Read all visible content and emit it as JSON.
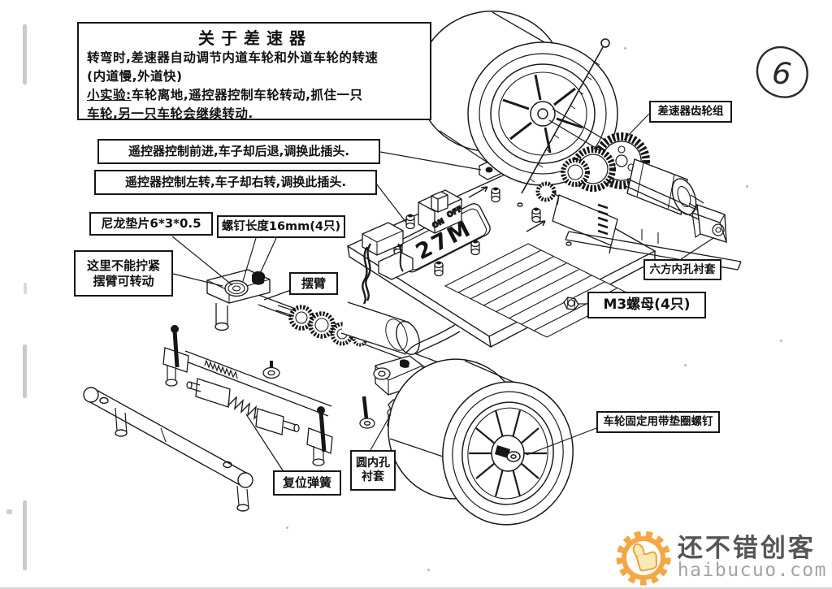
{
  "page": {
    "number": "6"
  },
  "info_box": {
    "title": "关于差速器",
    "line1": "转弯时,差速器自动调节内道车轮和外道车轮的转速",
    "line2": "(内道慢,外道快)",
    "line3_label": "小实验:",
    "line3_rest": "车轮离地,遥控器控制车轮转动,抓住一只",
    "line4": "车轮,另一只车轮会继续转动."
  },
  "labels": {
    "plug_forward": "遥控器控制前进,车子却后退,调换此插头.",
    "plug_turn": "遥控器控制左转,车子却右转,调换此插头.",
    "nylon_washer": "尼龙垫片6*3*0.5",
    "screw_length": "螺钉长度16mm(4只)",
    "no_tighten_1": "这里不能拧紧",
    "no_tighten_2": "摆臂可转动",
    "swing_arm": "摆臂",
    "diff_gear_set": "差速器齿轮组",
    "hex_bushing": "六方内孔衬套",
    "m3_nut": "M3螺母(4只)",
    "wheel_screw": "车轮固定用带垫圈螺钉",
    "return_spring": "复位弹簧",
    "round_bushing_1": "圆内孔",
    "round_bushing_2": "衬套"
  },
  "drawing": {
    "chassis_marking": "27M",
    "switch_on": "ON",
    "switch_off": "OFF"
  },
  "watermark": {
    "brand": "还不错创客",
    "domain": "haibucuo.com",
    "gear_color": "#f3a43c",
    "thumb_color": "#f8e9b4",
    "brand_color": "#4d4d4d",
    "domain_color": "#9f9f9f"
  }
}
